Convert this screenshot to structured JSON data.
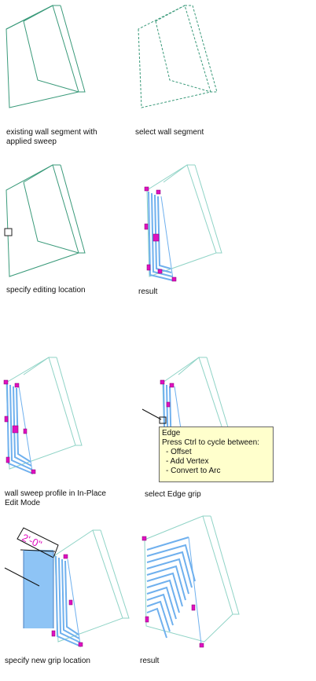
{
  "captions": {
    "p1": "existing wall segment with\napplied sweep",
    "p2": "select wall segment",
    "p3": "specify editing location",
    "p4": "result",
    "p5": "wall sweep profile in In-Place\nEdit Mode",
    "p6": "select Edge grip",
    "p7": "specify new grip location",
    "p8": "result"
  },
  "tooltip": {
    "title": "Edge",
    "subtitle": "Press Ctrl to cycle between:",
    "options": [
      "- Offset",
      "- Add Vertex",
      "- Convert to Arc"
    ]
  },
  "dimension_label": "2'-0\"",
  "colors": {
    "wall_edge": "#3a9a7a",
    "wall_faded": "#8fd3c6",
    "sweep_stripe": "#6fb0ee",
    "sweep_fill": "#8ec4f5",
    "grip": "#e010c0",
    "dimension": "#e010c0"
  }
}
